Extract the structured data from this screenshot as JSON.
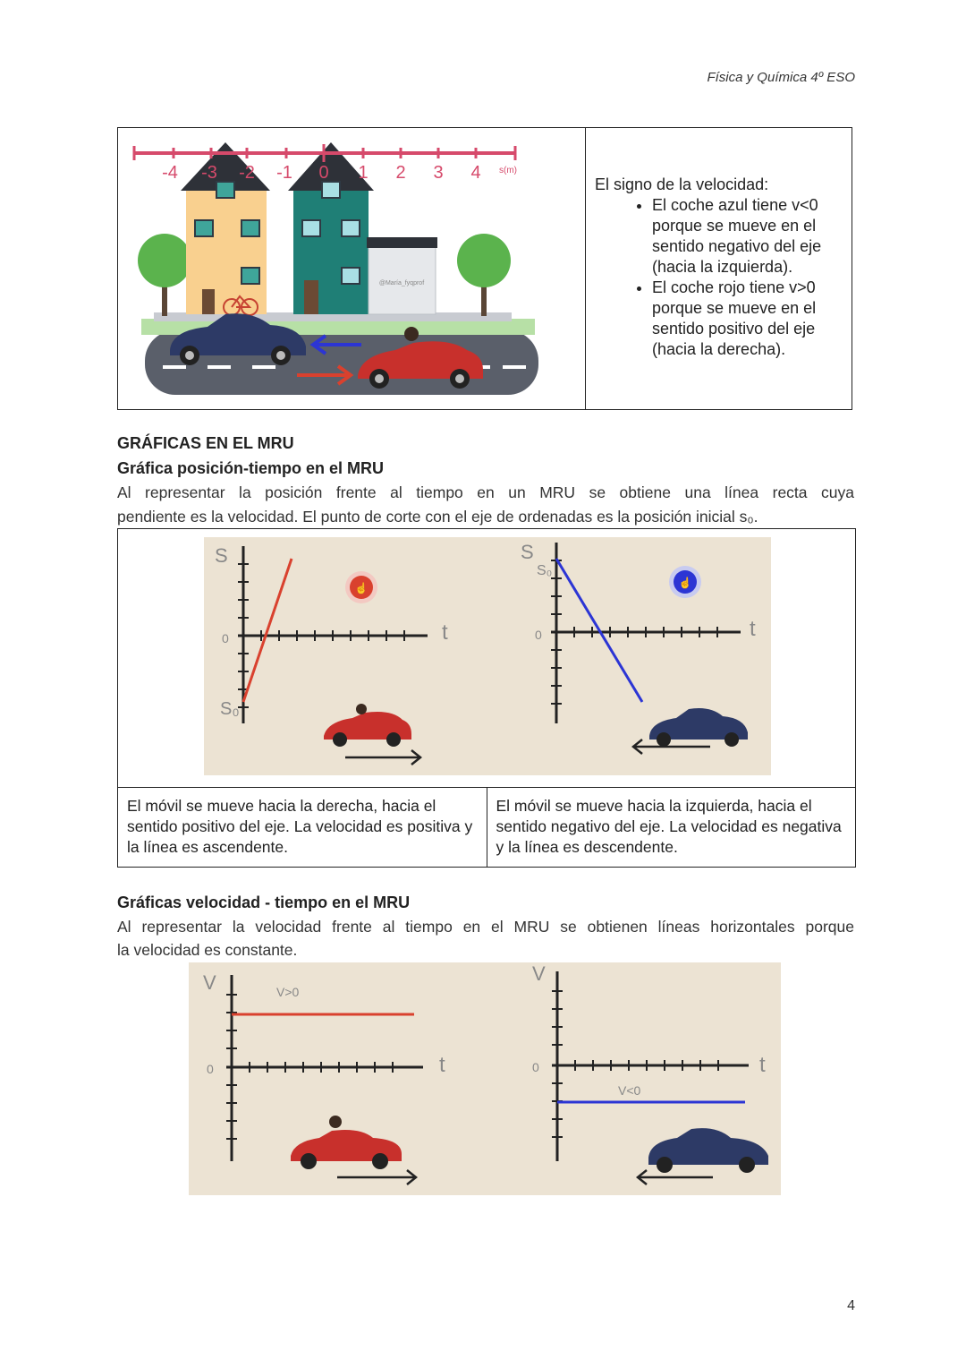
{
  "header": {
    "subject": "Física y Química 4º ESO"
  },
  "top_illustration": {
    "axis_ticks": [
      "-4",
      "-3",
      "-2",
      "-1",
      "0",
      "1",
      "2",
      "3",
      "4"
    ],
    "axis_unit": "s(m)",
    "watermark": "@María_fyqprof"
  },
  "velocity_sign": {
    "intro": "El signo de la velocidad:",
    "bullets": [
      "El coche azul tiene v<0 porque se mueve en el sentido negativo del eje (hacia la izquierda).",
      "El coche rojo tiene v>0 porque se mueve en el sentido positivo del eje (hacia la derecha)."
    ]
  },
  "section_main": {
    "title": "GRÁFICAS EN EL MRU"
  },
  "position_time": {
    "title": "Gráfica posición-tiempo en el MRU",
    "text_line1": "Al representar la posición frente al tiempo en un MRU se obtiene una línea recta cuya",
    "text_line2": "pendiente es la velocidad. El punto de corte con el eje de ordenadas es la posición inicial s₀.",
    "graph_labels": {
      "s": "S",
      "t": "t",
      "zero": "0",
      "s0": "S₀"
    },
    "caption_left": "El móvil se mueve hacia la derecha, hacia el sentido positivo del eje. La velocidad es positiva y la línea es ascendente.",
    "caption_right": "El móvil se mueve hacia la izquierda, hacia el sentido negativo del eje. La velocidad es negativa y la línea es descendente."
  },
  "velocity_time": {
    "title": "Gráficas velocidad - tiempo en el MRU",
    "text_line1": "Al representar la velocidad frente al tiempo en el MRU se obtienen líneas horizontales porque",
    "text_line2": "la velocidad es constante.",
    "graph_labels": {
      "v": "V",
      "t": "t",
      "zero": "0",
      "v_pos": "V>0",
      "v_neg": "V<0"
    }
  },
  "page_number": "4",
  "colors": {
    "red_line": "#d9412e",
    "blue_line": "#2c35d4",
    "paper": "#ece3d3"
  }
}
